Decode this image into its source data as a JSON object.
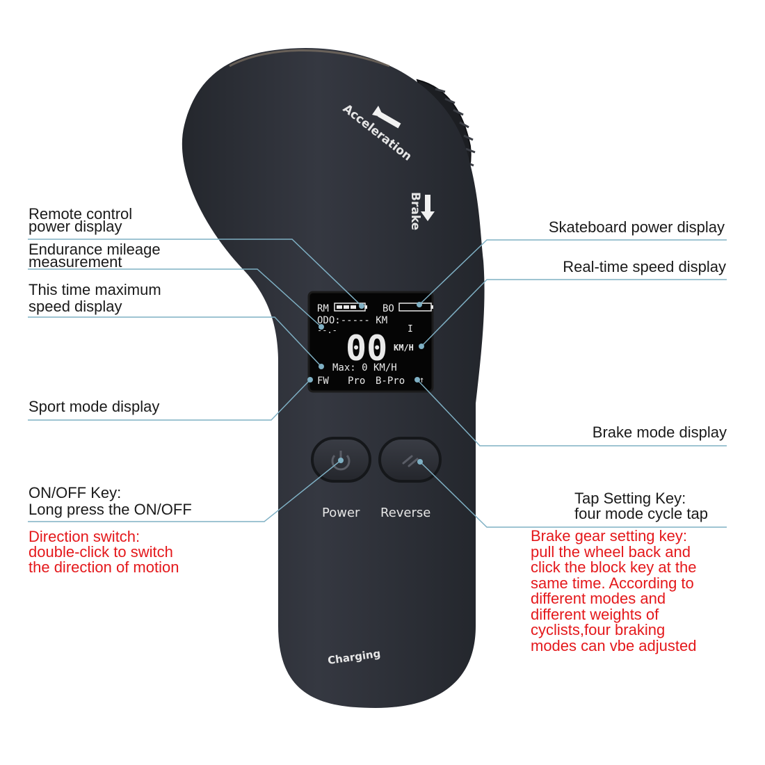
{
  "device": {
    "arrows": {
      "acceleration": "Acceleration",
      "brake": "Brake"
    },
    "buttons": {
      "power": "Power",
      "reverse": "Reverse"
    },
    "charging": "Charging",
    "screen": {
      "rm": "RM",
      "bo": "BO",
      "odo": "ODO:----- KM",
      "dashes": "--.-",
      "gear_mark": "I",
      "speed": "00",
      "speed_unit": "KM/H",
      "max": "Max:  0 KM/H",
      "sport_mode": "FW",
      "mode_pro": "Pro",
      "brake_mode": "B-Pro",
      "brake_arrow": "↑"
    }
  },
  "callouts": {
    "remote_power": [
      "Remote control",
      "power display"
    ],
    "endurance": [
      "Endurance mileage",
      "measurement"
    ],
    "max_speed": [
      "This time maximum",
      "speed display"
    ],
    "sport_mode": [
      "Sport mode display"
    ],
    "onoff": [
      "ON/OFF Key:",
      "Long press the ON/OFF"
    ],
    "direction": [
      "Direction switch:",
      "double-click to switch",
      "the direction of motion"
    ],
    "skateboard_power": [
      "Skateboard power display"
    ],
    "realtime_speed": [
      "Real-time speed display"
    ],
    "brake_mode": [
      "Brake mode display"
    ],
    "tap_setting": [
      "Tap Setting Key:",
      "four mode cycle tap"
    ],
    "brake_gear": [
      "Brake gear setting key:",
      "pull the wheel back and",
      "click the block key at the",
      "same time. According to",
      "different modes and",
      "different weights of",
      "cyclists,four braking",
      "modes can vbe adjusted"
    ]
  },
  "colors": {
    "body": "#2c2f36",
    "screen": "#050505",
    "leader": "#7fb0c4",
    "red_text": "#e4181b"
  }
}
